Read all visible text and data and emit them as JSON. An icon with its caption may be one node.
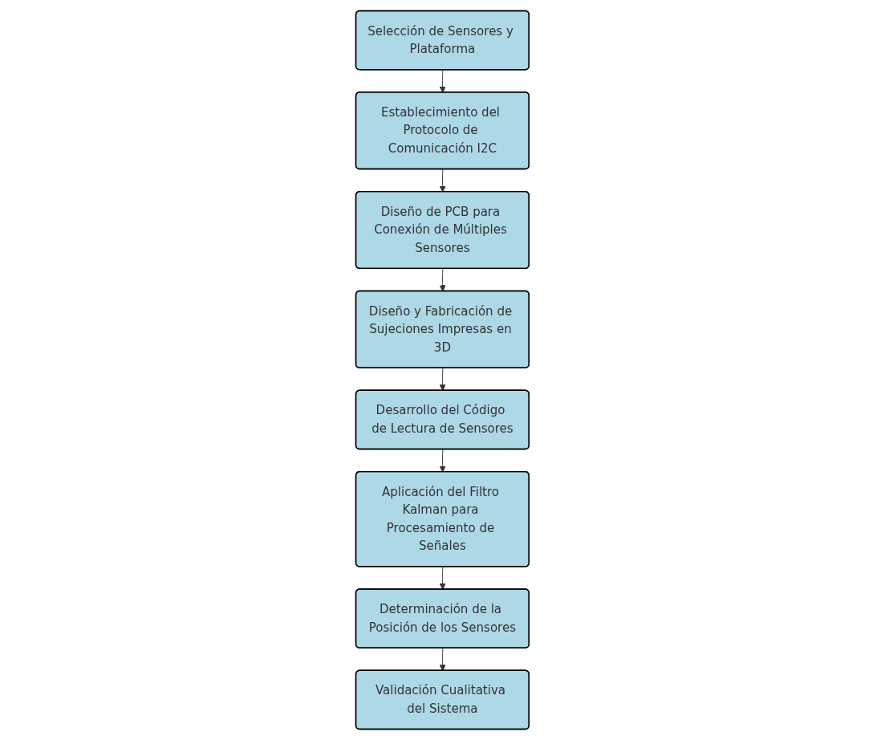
{
  "diagram": {
    "nodes": [
      {
        "text": [
          "Selección de Sensores y Plataforma"
        ]
      },
      {
        "text": [
          "Establecimiento del Protocolo de Comunicación I2C"
        ]
      },
      {
        "text": [
          "Diseño de PCB para Conexión de Múltiples Sensores"
        ]
      },
      {
        "text": [
          "Diseño y Fabricación de Sujeciones Impresas en 3D"
        ]
      },
      {
        "text": [
          "Desarrollo del Código de Lectura de Sensores"
        ]
      },
      {
        "text": [
          "Aplicación del Filtro Kalman para Procesamiento de Señales"
        ]
      },
      {
        "text": [
          "Determinación de la Posición de los Sensores"
        ]
      },
      {
        "text": [
          "Validación Cualitativa del Sistema"
        ]
      }
    ],
    "edges": [
      {
        "from": 0,
        "to": 1,
        "arrow": "to"
      },
      {
        "from": 1,
        "to": 2,
        "arrow": "to"
      },
      {
        "from": 2,
        "to": 3,
        "arrow": "to"
      },
      {
        "from": 3,
        "to": 4,
        "arrow": "to"
      },
      {
        "from": 4,
        "to": 5,
        "arrow": "to"
      },
      {
        "from": 5,
        "to": 6,
        "arrow": "to"
      },
      {
        "from": 6,
        "to": 7,
        "arrow": "to"
      }
    ]
  }
}
